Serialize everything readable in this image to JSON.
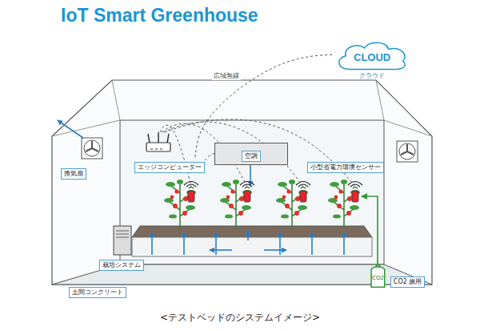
{
  "diagram": {
    "title": "IoT Smart Greenhouse",
    "caption": "<テストベッドのシステムイメージ>",
    "nodes": [
      {
        "text": [
          "CLOUD",
          "クラウド"
        ]
      },
      {
        "text": [
          "エッジコンピューター"
        ]
      },
      {
        "text": [
          "空調"
        ]
      },
      {
        "text": [
          "小型省電力環境センサー"
        ]
      },
      {
        "text": [
          "CO2",
          "CO2 施用"
        ]
      }
    ],
    "edges": [
      {
        "from": 1,
        "to": 0,
        "arrow": "none",
        "label": "広域無線"
      },
      {
        "from": 1,
        "to": 2,
        "arrow": "none"
      }
    ],
    "labels": [
      "換気扇",
      "栽培システム",
      "土間コンクリート"
    ]
  }
}
